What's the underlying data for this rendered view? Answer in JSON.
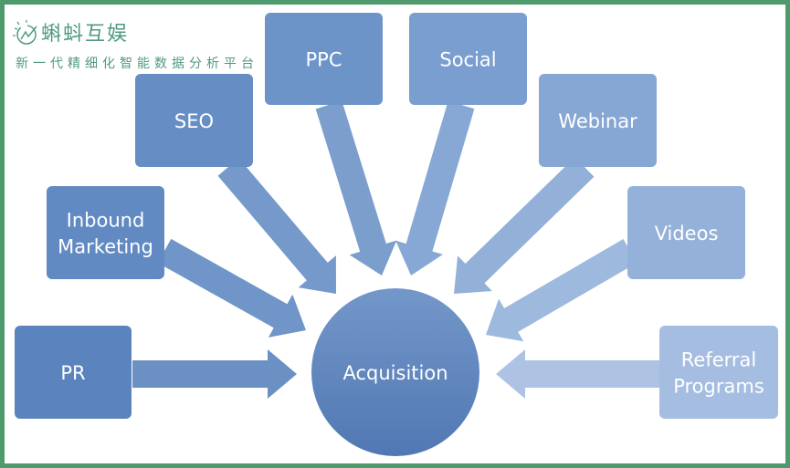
{
  "logo": {
    "name": "蝌蚪互娱",
    "tagline": "新一代精细化智能数据分析平台"
  },
  "center": {
    "label": "Acquisition"
  },
  "sources": [
    {
      "label": "PR",
      "color": "#5b84be"
    },
    {
      "label": "Inbound Marketing",
      "color": "#618ac2"
    },
    {
      "label": "SEO",
      "color": "#668ec4"
    },
    {
      "label": "PPC",
      "color": "#6d94c8"
    },
    {
      "label": "Social",
      "color": "#7a9ecf"
    },
    {
      "label": "Webinar",
      "color": "#86a7d4"
    },
    {
      "label": "Videos",
      "color": "#94b1da"
    },
    {
      "label": "Referral Programs",
      "color": "#a5bde0"
    }
  ]
}
